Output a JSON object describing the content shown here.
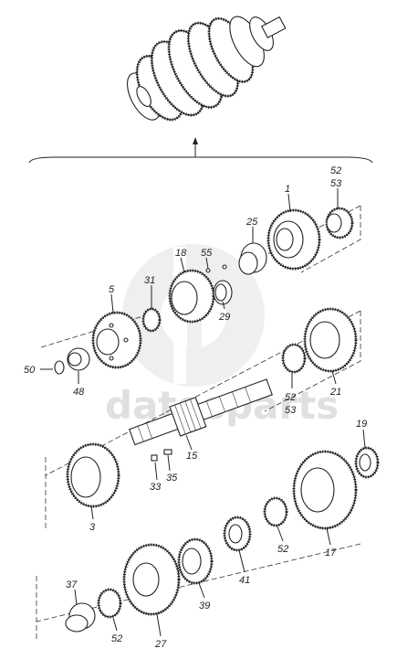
{
  "labels": {
    "p1": "1",
    "p52a": "52",
    "p53a": "53",
    "p25": "25",
    "p18": "18",
    "p55": "55",
    "p31": "31",
    "p5": "5",
    "p29": "29",
    "p50": "50",
    "p48": "48",
    "p52b": "52",
    "p53b": "53",
    "p21": "21",
    "p15": "15",
    "p19": "19",
    "p33": "33",
    "p35": "35",
    "p3": "3",
    "p17": "17",
    "p52c": "52",
    "p41": "41",
    "p39": "39",
    "p37": "37",
    "p52d": "52",
    "p27": "27"
  },
  "watermark": {
    "text": "datesparts"
  }
}
